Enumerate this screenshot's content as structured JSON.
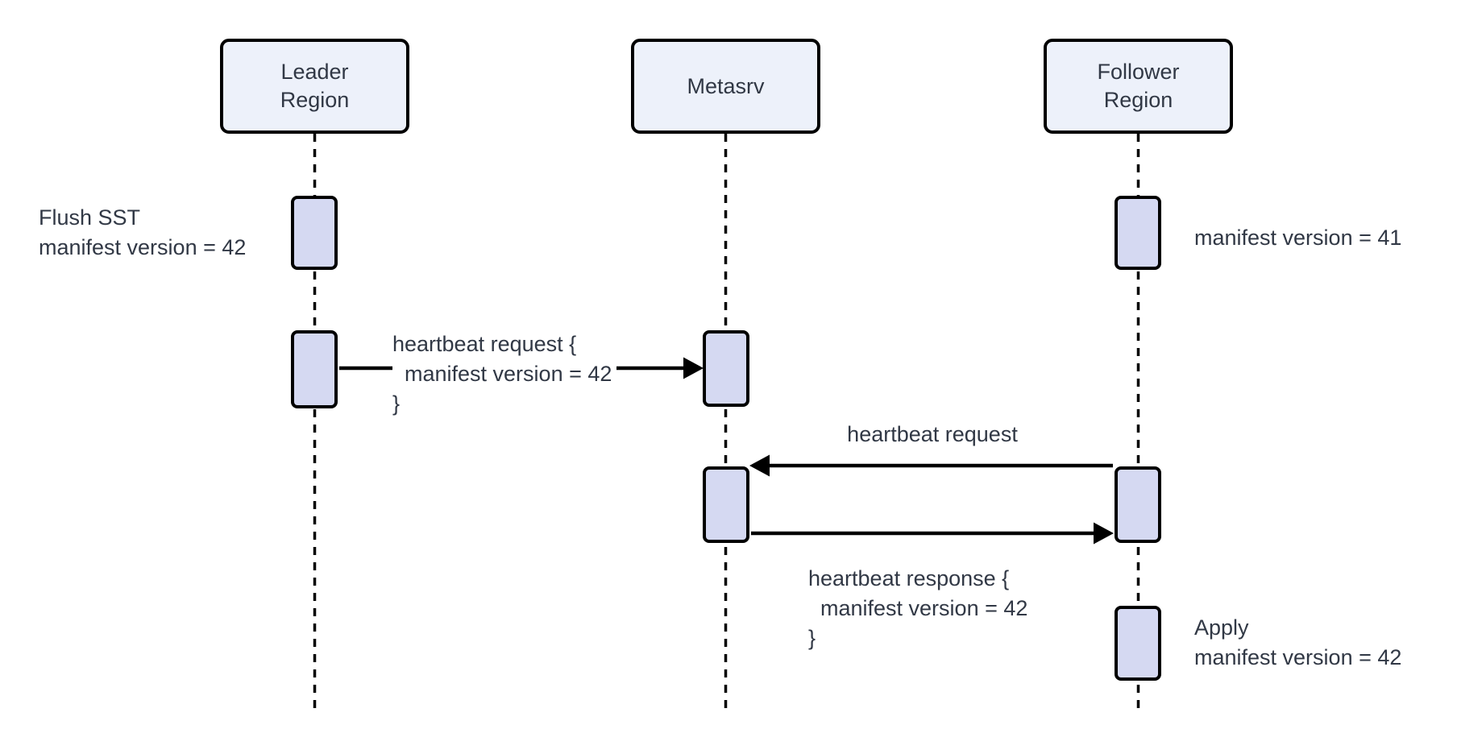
{
  "diagram": {
    "type": "sequence-diagram",
    "participants": [
      {
        "id": "leader",
        "label": "Leader\nRegion"
      },
      {
        "id": "metasrv",
        "label": "Metasrv"
      },
      {
        "id": "follower",
        "label": "Follower\nRegion"
      }
    ],
    "labels": {
      "flush_sst": "Flush SST\nmanifest version = 42",
      "manifest_41": "manifest version = 41",
      "heartbeat_request_block": "heartbeat request {\n  manifest version = 42\n}",
      "heartbeat_request": "heartbeat request",
      "heartbeat_response_block": "heartbeat response {\n  manifest version = 42\n}",
      "apply": "Apply\nmanifest version = 42"
    },
    "messages": [
      {
        "from": "leader",
        "to": "metasrv",
        "label_ref": "heartbeat_request_block"
      },
      {
        "from": "follower",
        "to": "metasrv",
        "label_ref": "heartbeat_request"
      },
      {
        "from": "metasrv",
        "to": "follower",
        "label_ref": "heartbeat_response_block"
      }
    ],
    "colors": {
      "background": "#FFFFFF",
      "participant_fill": "#EDF1FA",
      "activation_fill": "#D5D9F2",
      "border": "#000000",
      "text": "#313845"
    }
  }
}
